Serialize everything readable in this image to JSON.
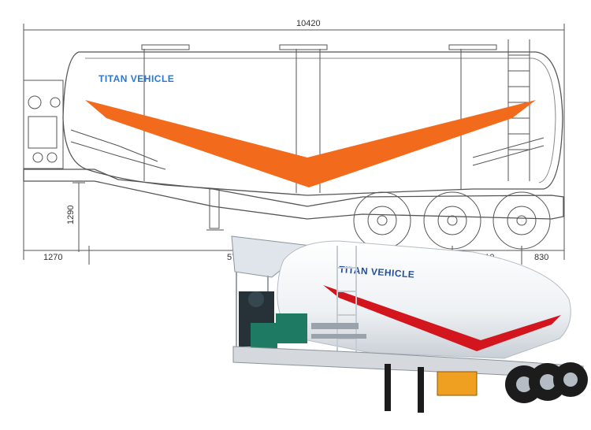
{
  "drawing": {
    "brand": "TITAN VEHICLE",
    "dimensions": {
      "overall_length": "10420",
      "height": "1290",
      "front_overhang": "1270",
      "middle_partial": "57",
      "axle_spacing_1": "1310",
      "axle_spacing_2": "1310",
      "rear_overhang": "830"
    },
    "colors": {
      "chevron": "#f26a1b",
      "brand_text": "#2a78d6",
      "line": "#555555"
    }
  },
  "photo": {
    "brand": "TITAN VEHICLE",
    "colors": {
      "chevron": "#d3161e",
      "brand_text": "#1f4f9a",
      "tank": "#eef1f4",
      "equipment": "#1f7a64"
    }
  }
}
